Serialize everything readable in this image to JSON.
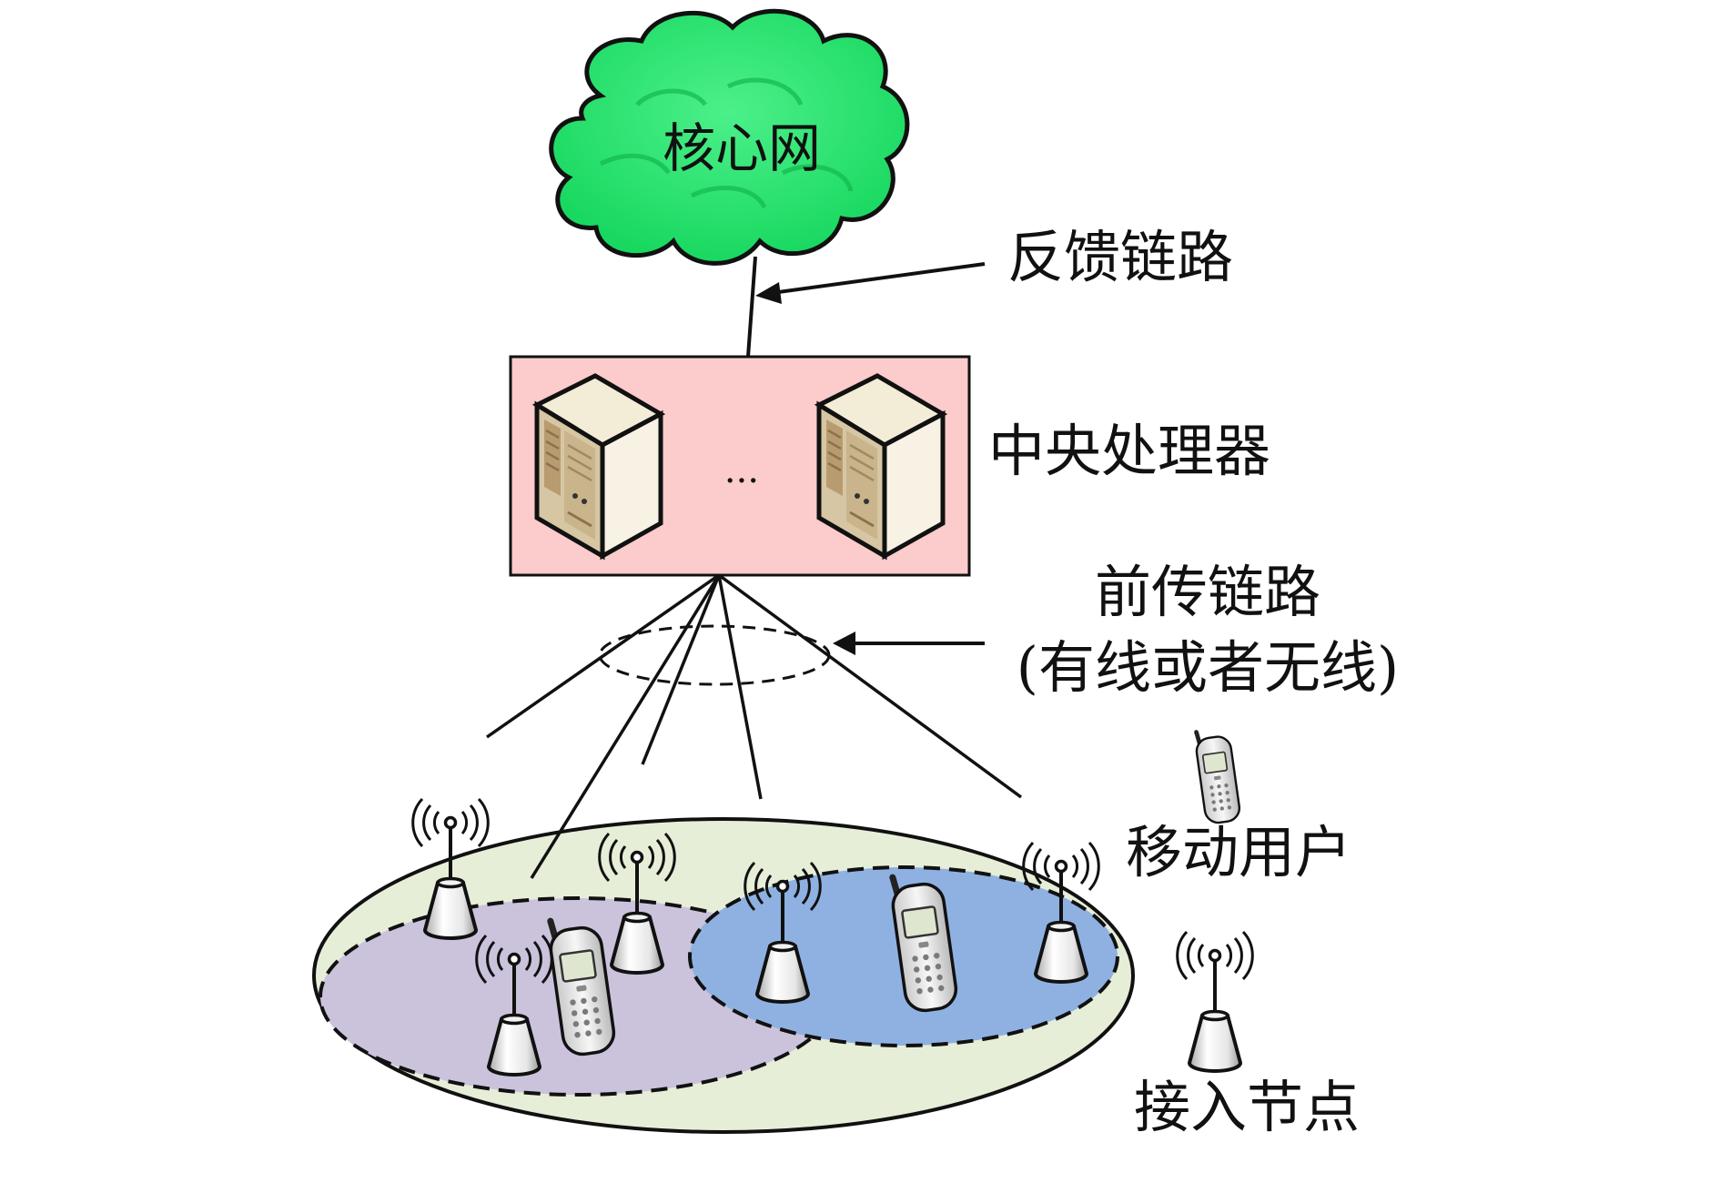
{
  "core_network": {
    "label": "核心网",
    "fill": "#22e06a",
    "stroke": "#1a1a1a"
  },
  "feedback_link": {
    "label": "反馈链路"
  },
  "central_processor": {
    "label": "中央处理器",
    "ellipsis": "···",
    "fill": "#fccbcb"
  },
  "fronthaul_link": {
    "label_line1": "前传链路",
    "label_line2": "(有线或者无线)"
  },
  "coverage": {
    "outer_fill": "#e6eed8",
    "left_fill": "#cbc2dc",
    "right_fill": "#8fb1e2"
  },
  "legend": {
    "mobile_user": "移动用户",
    "access_node": "接入节点"
  }
}
